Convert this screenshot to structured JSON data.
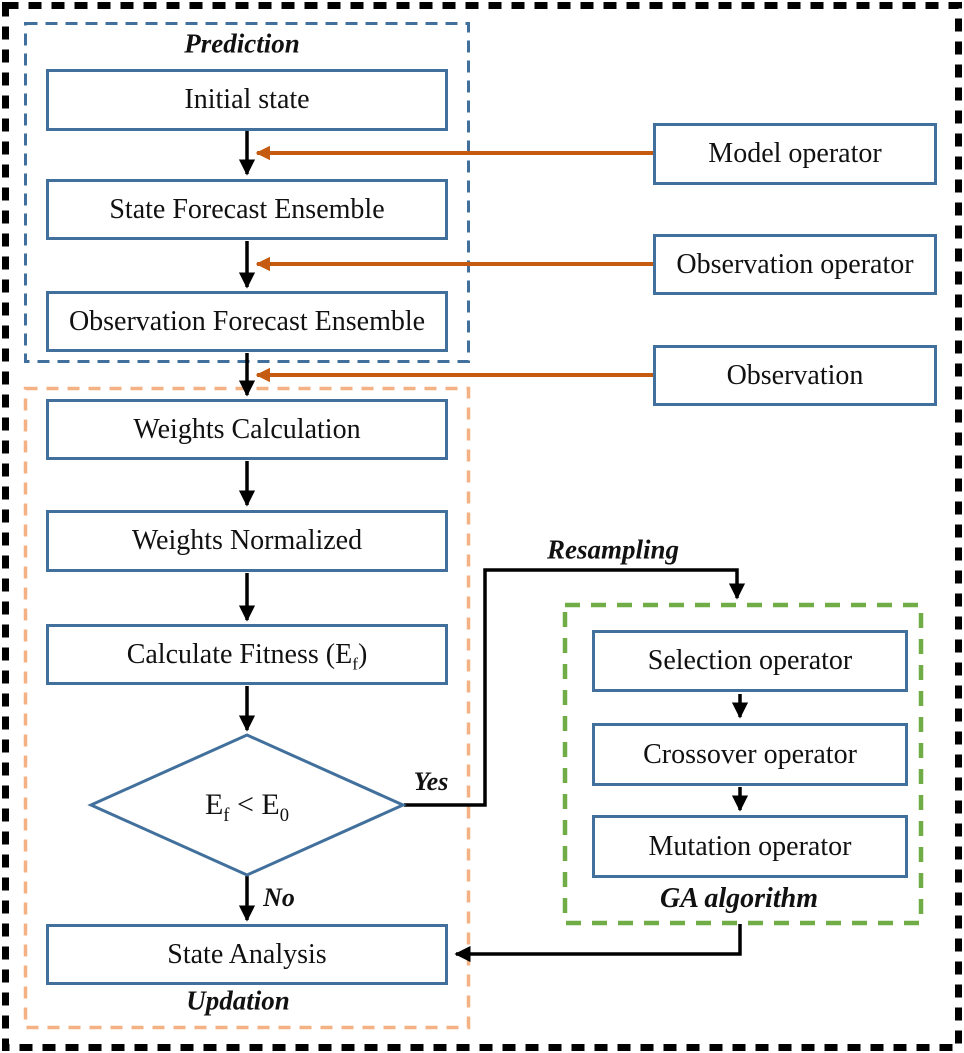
{
  "groups": {
    "prediction": {
      "label": "Prediction"
    },
    "updation": {
      "label": "Updation"
    },
    "ga": {
      "label": "GA algorithm"
    }
  },
  "nodes": {
    "initial_state": {
      "label": "Initial state"
    },
    "state_forecast_ensemble": {
      "label": "State Forecast Ensemble"
    },
    "observation_forecast_ensemble": {
      "label": "Observation Forecast Ensemble"
    },
    "model_operator": {
      "label": "Model operator"
    },
    "observation_operator": {
      "label": "Observation operator"
    },
    "observation": {
      "label": "Observation"
    },
    "weights_calculation": {
      "label": "Weights Calculation"
    },
    "weights_normalized": {
      "label": "Weights Normalized"
    },
    "calculate_fitness": {
      "pre": "Calculate Fitness (E",
      "sub": "f",
      "post": ")"
    },
    "fitness_decision": {
      "e_f_base": "E",
      "e_f_sub": "f",
      "comparator": " < ",
      "e_0_base": "E",
      "e_0_sub": "0"
    },
    "state_analysis": {
      "label": "State Analysis"
    },
    "selection_operator": {
      "label": "Selection operator"
    },
    "crossover_operator": {
      "label": "Crossover operator"
    },
    "mutation_operator": {
      "label": "Mutation operator"
    }
  },
  "edge_labels": {
    "yes": "Yes",
    "no": "No",
    "resampling": "Resampling"
  },
  "colors": {
    "node_border_blue": "#42709C",
    "prediction_dash_blue": "#42709C",
    "updation_dash_orange": "#F4B183",
    "ga_dash_green": "#70AD47",
    "operator_arrow_orange": "#C55A11",
    "flow_arrow_black": "#000000",
    "background": "#FFFFFF"
  }
}
